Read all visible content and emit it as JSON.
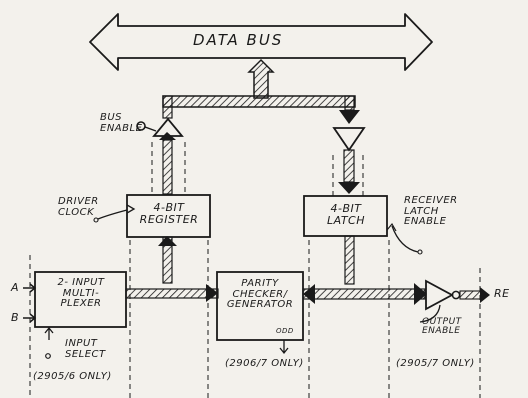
{
  "title": "DATA BUS",
  "labels": {
    "bus_enable": "BUS\nENABLE",
    "driver_clock": "DRIVER\nCLOCK",
    "register": "4-BIT\nREGISTER",
    "latch": "4-BIT\nLATCH",
    "receiver_latch_enable": "RECEIVER\nLATCH\nENABLE",
    "mux": "2- INPUT\nMULTI-\nPLEXER",
    "parity": "PARITY\nCHECKER/\nGENERATOR",
    "odd": "ODD",
    "input_a": "A",
    "input_b": "B",
    "input_select": "INPUT\nSELECT",
    "note_2905_6": "(2905/6 ONLY)",
    "note_2906_7": "(2906/7 ONLY)",
    "note_2905_7": "(2905/7 ONLY)",
    "output_enable": "OUTPUT\nENABLE",
    "re": "RE"
  },
  "colors": {
    "ink": "#1a1a1a",
    "paper": "#f3f1ec"
  }
}
